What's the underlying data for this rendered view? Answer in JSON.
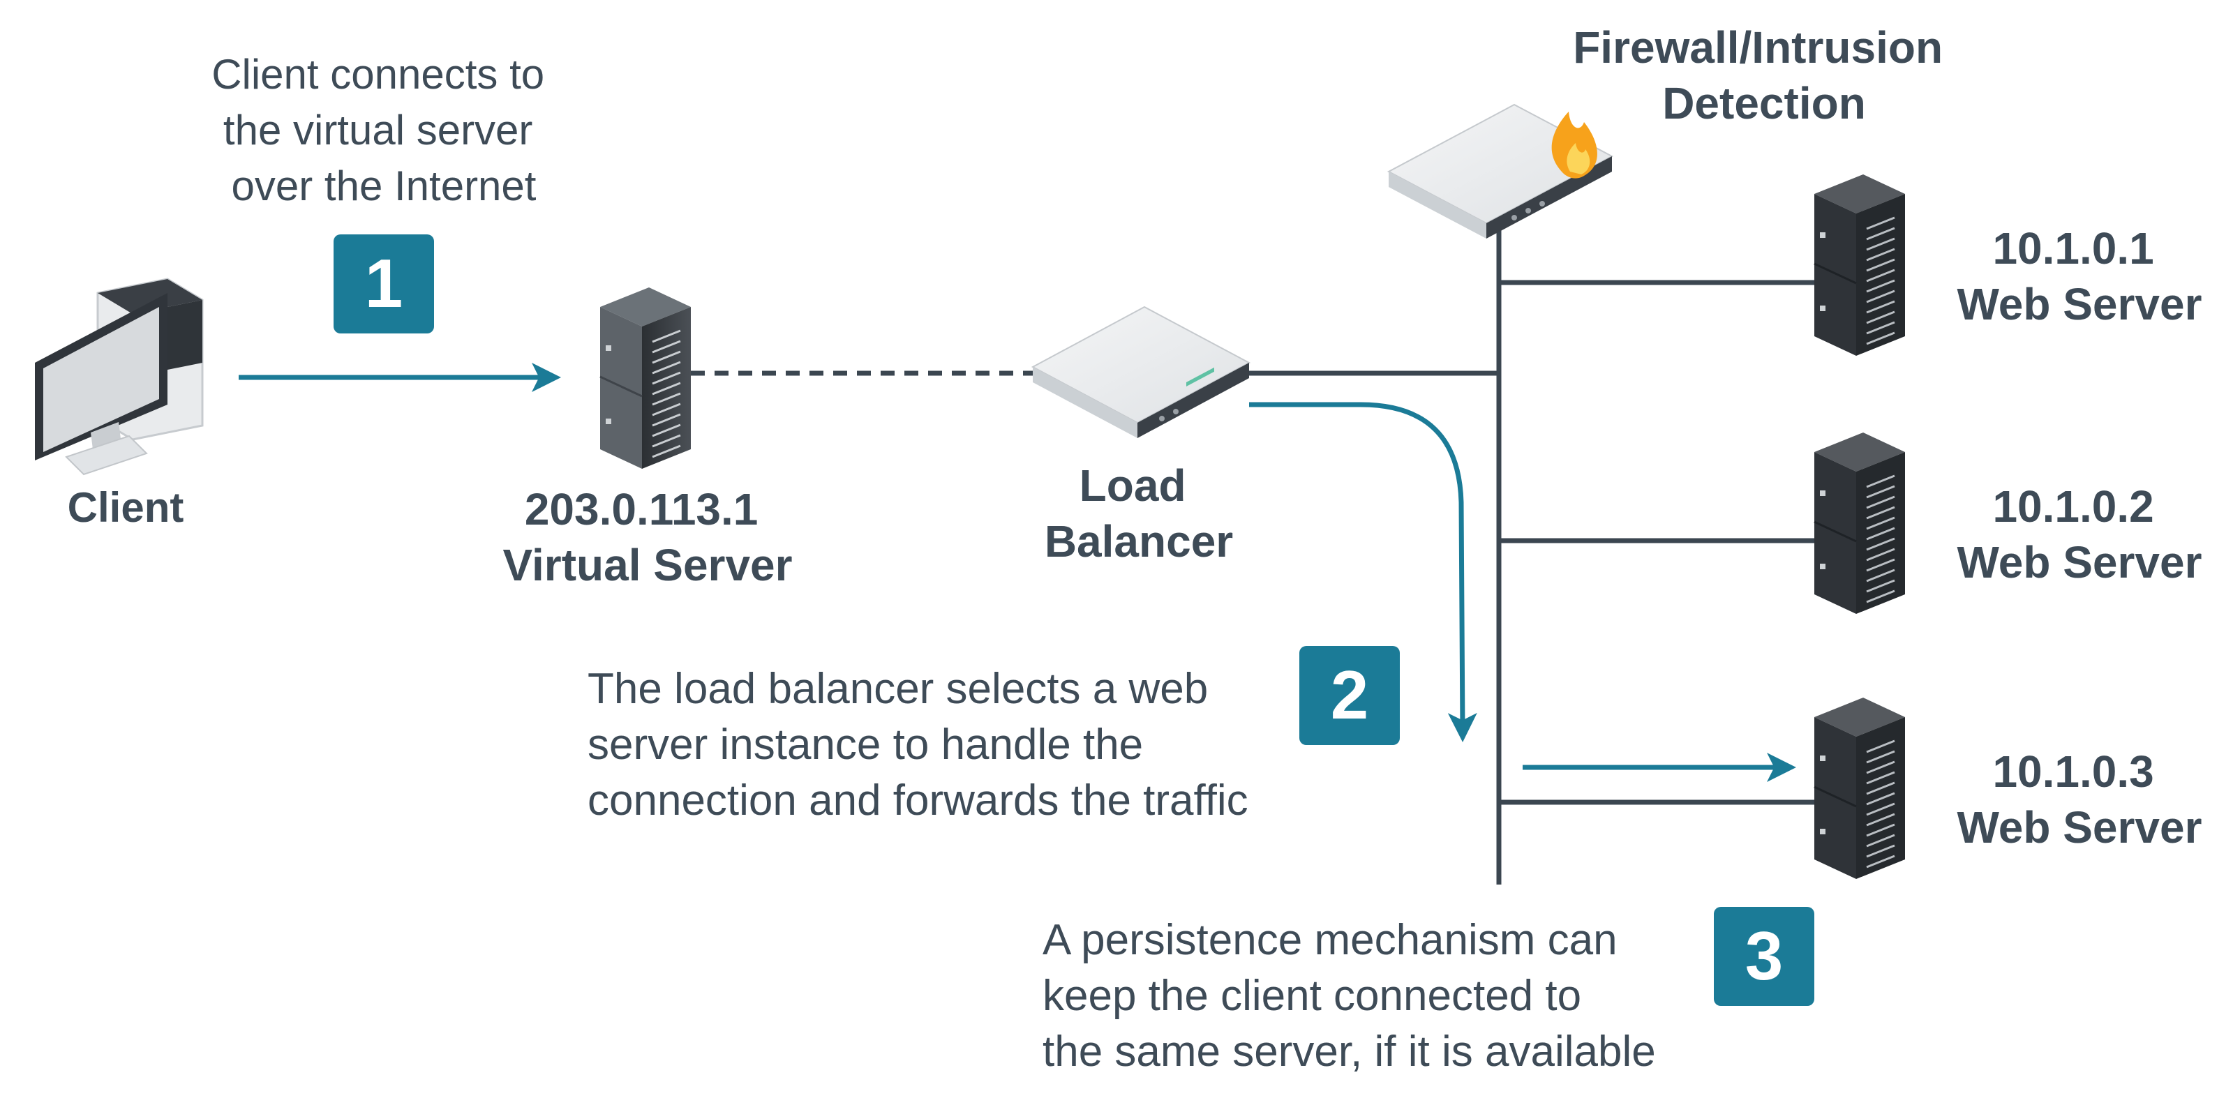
{
  "client": {
    "label": "Client"
  },
  "virtual_server": {
    "ip": "203.0.113.1",
    "label": "Virtual Server"
  },
  "load_balancer": {
    "line1": "Load",
    "line2": "Balancer"
  },
  "firewall": {
    "line1": "Firewall/Intrusion",
    "line2": "Detection"
  },
  "web_servers": [
    {
      "ip": "10.1.0.1",
      "label": "Web Server"
    },
    {
      "ip": "10.1.0.2",
      "label": "Web Server"
    },
    {
      "ip": "10.1.0.3",
      "label": "Web Server"
    }
  ],
  "steps": [
    {
      "number": "1",
      "lines": [
        "Client connects to",
        "the virtual server",
        "over the Internet"
      ]
    },
    {
      "number": "2",
      "lines": [
        "The load balancer selects a web",
        "server instance to handle the",
        "connection and forwards the traffic"
      ]
    },
    {
      "number": "3",
      "lines": [
        "A persistence mechanism can",
        "keep the client connected to",
        "the same server, if it is available"
      ]
    }
  ],
  "colors": {
    "accent": "#1b7b97",
    "text": "#3e4b57",
    "line": "#3b4650"
  },
  "icons": [
    "desktop-computer-icon",
    "server-tower-icon",
    "rack-appliance-icon",
    "fire-icon"
  ]
}
